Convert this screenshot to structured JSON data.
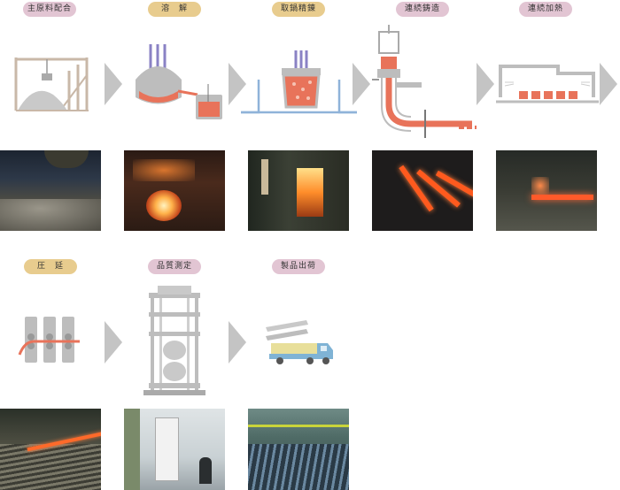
{
  "steps": [
    {
      "id": "raw-materials",
      "label": "主原料配合",
      "pill_color": "#e2c5d3"
    },
    {
      "id": "melting",
      "label": "溶　解",
      "pill_color": "#e8cc8e"
    },
    {
      "id": "ladle-refining",
      "label": "取鍋精錬",
      "pill_color": "#e8cc8e"
    },
    {
      "id": "continuous-casting",
      "label": "連続鋳造",
      "pill_color": "#e2c5d3"
    },
    {
      "id": "continuous-heating",
      "label": "連続加熱",
      "pill_color": "#e2c5d3"
    },
    {
      "id": "rolling",
      "label": "圧　延",
      "pill_color": "#e8cc8e"
    },
    {
      "id": "quality-testing",
      "label": "品質測定",
      "pill_color": "#e2c5d3"
    },
    {
      "id": "shipping",
      "label": "製品出荷",
      "pill_color": "#e2c5d3"
    }
  ],
  "colors": {
    "arrow": "#c4c4c4",
    "molten": "#e8735a",
    "steel_gray": "#b8b8b8",
    "blue_line": "#8fb3d9",
    "electrode": "#8a82c4"
  }
}
